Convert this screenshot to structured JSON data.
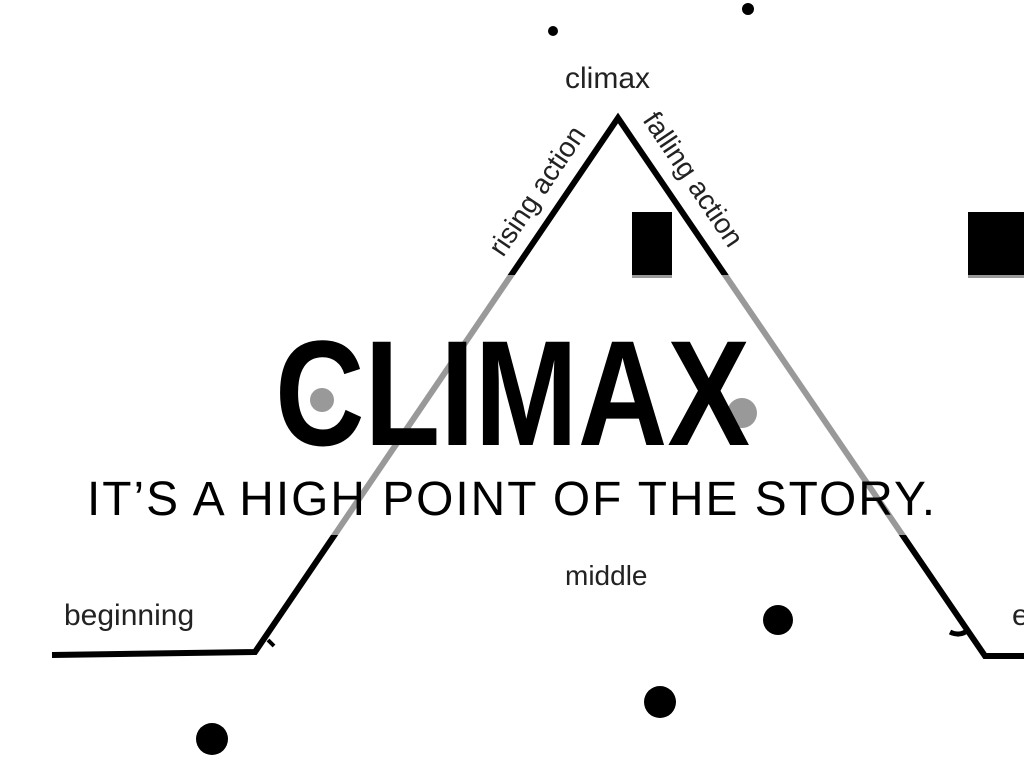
{
  "slide": {
    "title": "CLIMAX",
    "subtitle": "IT’S A HIGH POINT OF THE STORY."
  },
  "diagram": {
    "labels": {
      "climax": "climax",
      "rising": "rising action",
      "falling": "falling action",
      "beginning": "beginning",
      "middle": "middle",
      "end": "end"
    }
  },
  "colors": {
    "ink": "#000000",
    "background": "#ffffff"
  }
}
